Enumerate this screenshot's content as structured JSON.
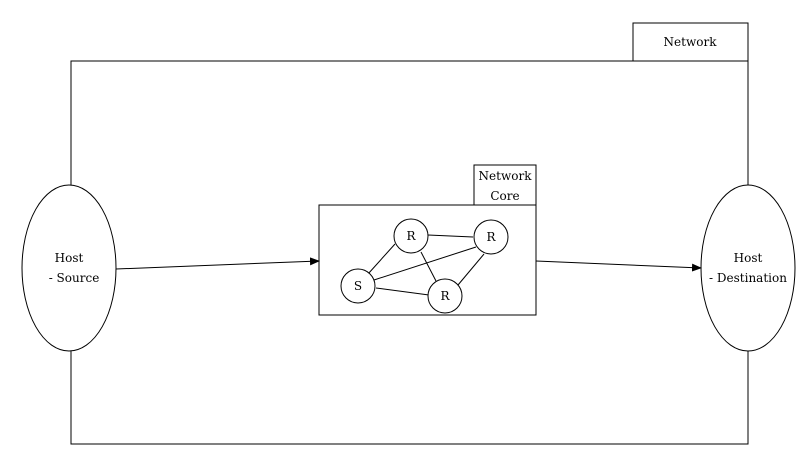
{
  "network_label": "Network",
  "core_label_line1": "Network",
  "core_label_line2": "Core",
  "source_host_line1": "Host",
  "source_host_line2": "- Source",
  "dest_host_line1": "Host",
  "dest_host_line2": "- Destination",
  "nodes": {
    "r1": "R",
    "r2": "R",
    "r3": "R",
    "s": "S"
  }
}
